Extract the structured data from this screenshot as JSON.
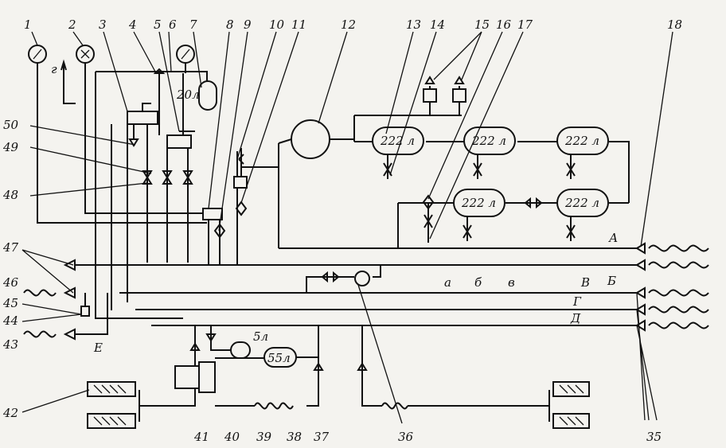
{
  "callouts": [
    "1",
    "2",
    "3",
    "4",
    "5",
    "6",
    "7",
    "8",
    "9",
    "10",
    "11",
    "12",
    "13",
    "14",
    "15",
    "16",
    "17",
    "18",
    "35",
    "36",
    "37",
    "38",
    "39",
    "40",
    "41",
    "42",
    "43",
    "44",
    "45",
    "46",
    "47",
    "48",
    "49",
    "50"
  ],
  "tank_labels": {
    "t1": "222 л",
    "t2": "222 л",
    "t3": "222 л",
    "t4": "222 л",
    "t5": "222 л",
    "small20": "20л",
    "small5": "5л",
    "small55": "55л"
  },
  "line_letters": {
    "A": "А",
    "B": "Б",
    "V": "В",
    "G": "Г",
    "D": "Д",
    "E": "Е",
    "a": "а",
    "b": "б",
    "v": "в",
    "g": "г"
  }
}
